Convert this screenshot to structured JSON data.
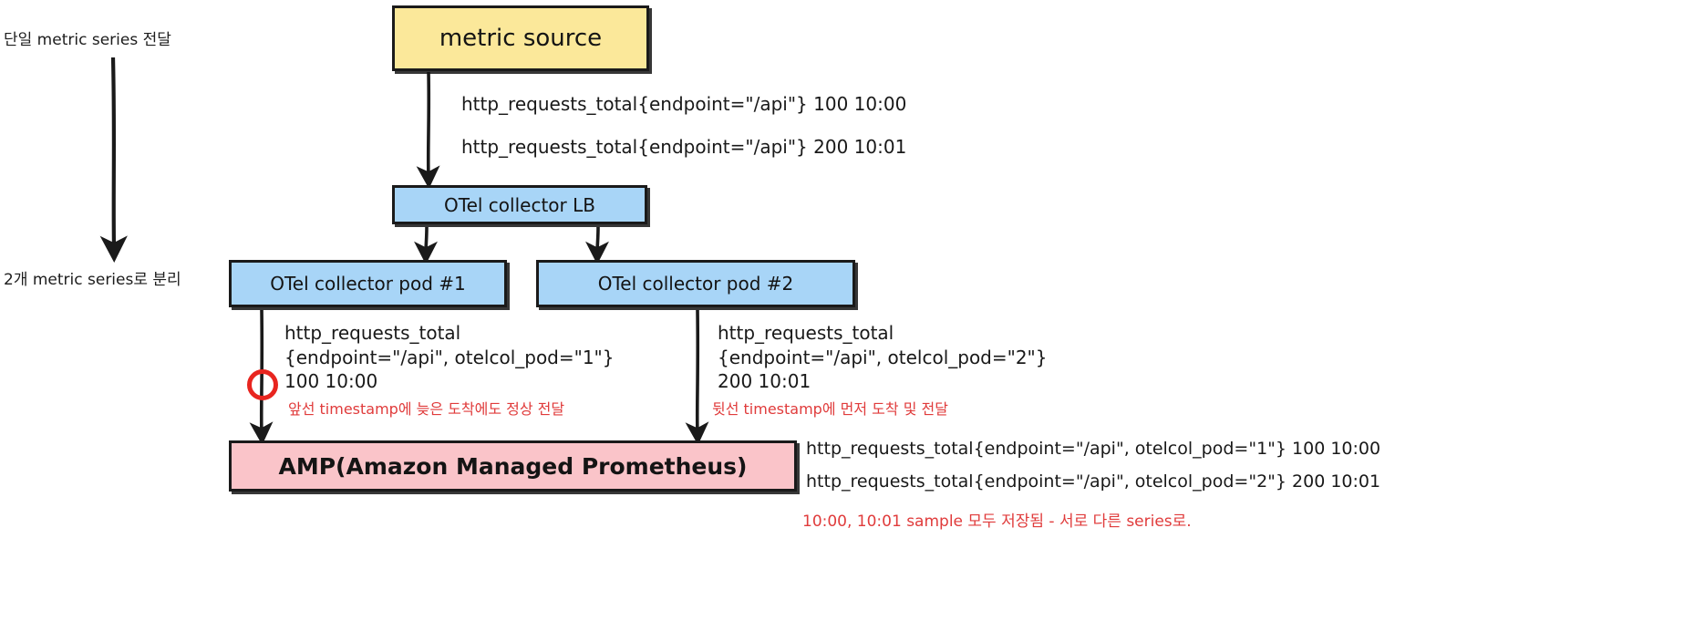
{
  "diagram": {
    "title": "OTel collector load balancing metric series split",
    "colors": {
      "yellow": "#fbe89a",
      "blue": "#a8d5f7",
      "pink": "#fac4c9",
      "stroke": "#1a1a1a",
      "red_annotation": "#e03b3b"
    },
    "side_labels": {
      "top": "단일 metric series 전달",
      "bottom": "2개 metric series로 분리"
    },
    "nodes": {
      "metric_source": "metric source",
      "otel_collector_lb": "OTel collector LB",
      "otel_collector_pod_1": "OTel collector pod #1",
      "otel_collector_pod_2": "OTel collector pod #2",
      "amp": "AMP(Amazon Managed Prometheus)"
    },
    "source_samples": [
      "http_requests_total{endpoint=\"/api\"} 100 10:00",
      "http_requests_total{endpoint=\"/api\"} 200 10:01"
    ],
    "pod_outputs": {
      "pod_1": "http_requests_total\n{endpoint=\"/api\", otelcol_pod=\"1\"}\n100 10:00",
      "pod_2": "http_requests_total\n{endpoint=\"/api\", otelcol_pod=\"2\"}\n200 10:01"
    },
    "annotations": {
      "left": "앞선 timestamp에 늦은 도착에도 정상 전달",
      "right": "뒷선 timestamp에 먼저 도착 및 전달",
      "bottom": "10:00, 10:01 sample 모두 저장됨 - 서로 다른 series로."
    },
    "amp_stored_samples": [
      "http_requests_total{endpoint=\"/api\", otelcol_pod=\"1\"} 100 10:00",
      "http_requests_total{endpoint=\"/api\", otelcol_pod=\"2\"} 200 10:01"
    ],
    "markers": {
      "red_circle": "red-circle-highlight"
    }
  }
}
